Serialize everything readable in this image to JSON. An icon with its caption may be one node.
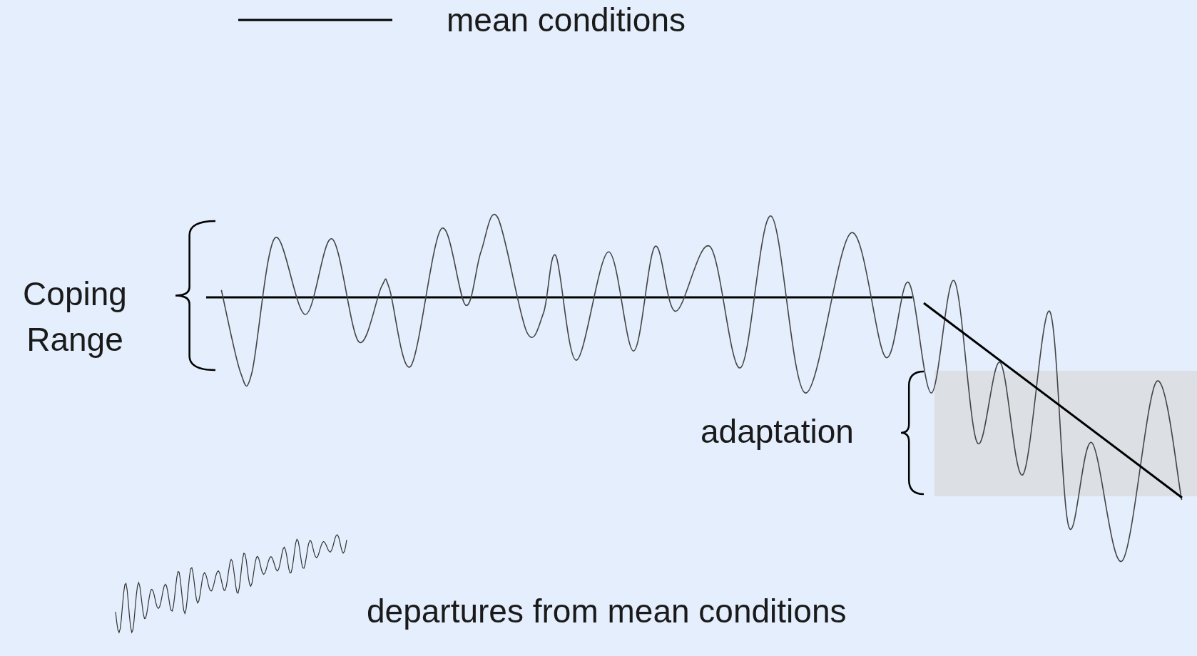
{
  "diagram": {
    "labels": [
      "Coping Range",
      "adaptation"
    ],
    "legend": [
      {
        "text": "mean conditions"
      },
      {
        "text": "departures from mean conditions"
      }
    ]
  }
}
